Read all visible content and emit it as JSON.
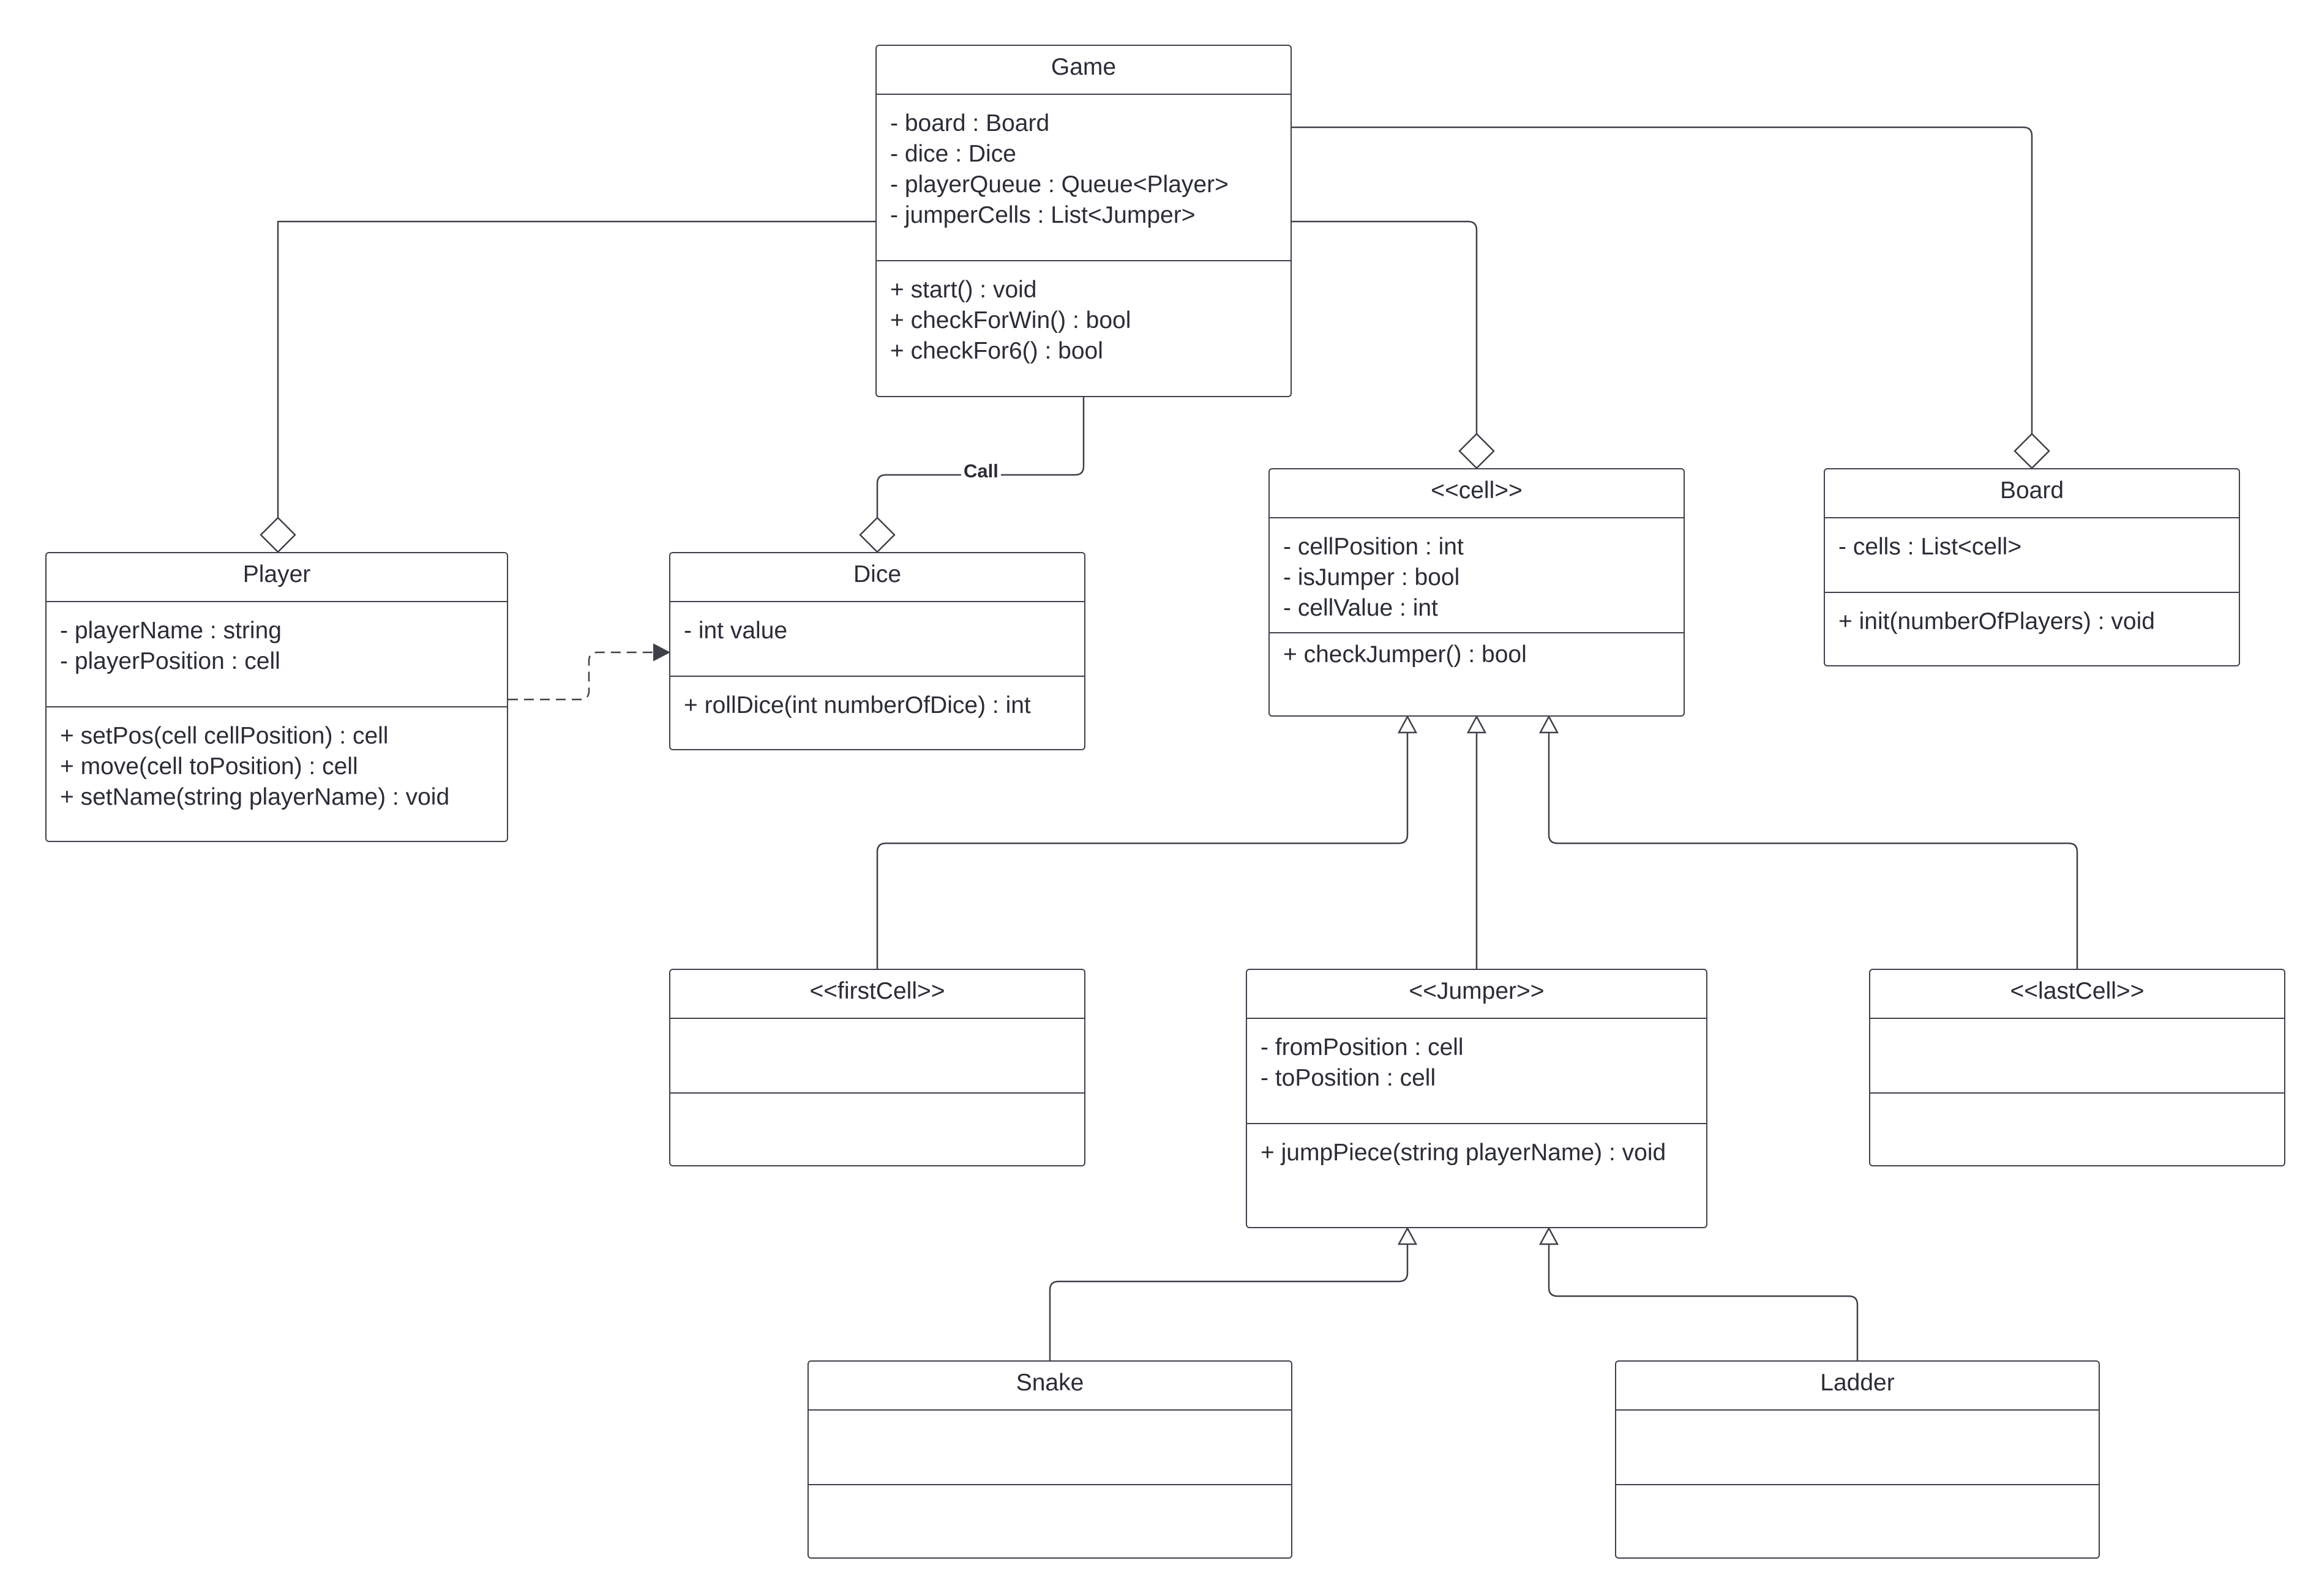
{
  "classes": {
    "game": {
      "name": "Game",
      "attributes": [
        "- board : Board",
        "- dice : Dice",
        "- playerQueue : Queue<Player>",
        "- jumperCells :  List<Jumper>"
      ],
      "operations": [
        "+ start() : void",
        "+ checkForWin() : bool",
        "+ checkFor6() : bool"
      ]
    },
    "player": {
      "name": "Player",
      "attributes": [
        "- playerName : string",
        "- playerPosition : cell"
      ],
      "operations": [
        "+ setPos(cell cellPosition) : cell",
        "+ move(cell toPosition) : cell",
        "+ setName(string playerName) : void"
      ]
    },
    "dice": {
      "name": "Dice",
      "attributes": [
        "- int value"
      ],
      "operations": [
        "+ rollDice(int numberOfDice) : int"
      ]
    },
    "cell": {
      "name": "<<cell>>",
      "attributes": [
        "- cellPosition : int",
        "- isJumper : bool",
        "- cellValue : int"
      ],
      "operations": [
        "+ checkJumper() : bool"
      ]
    },
    "board": {
      "name": "Board",
      "attributes": [
        "- cells : List<cell>"
      ],
      "operations": [
        "+ init(numberOfPlayers) : void"
      ]
    },
    "firstCell": {
      "name": "<<firstCell>>",
      "attributes": [],
      "operations": []
    },
    "jumper": {
      "name": "<<Jumper>>",
      "attributes": [
        "- fromPosition : cell",
        "- toPosition : cell"
      ],
      "operations": [
        "+ jumpPiece(string playerName) : void"
      ]
    },
    "lastCell": {
      "name": "<<lastCell>>",
      "attributes": [],
      "operations": []
    },
    "snake": {
      "name": "Snake",
      "attributes": [],
      "operations": []
    },
    "ladder": {
      "name": "Ladder",
      "attributes": [],
      "operations": []
    }
  },
  "relations": {
    "call_label": "Call"
  },
  "colors": {
    "line": "#3f414a",
    "text": "#2b2d36",
    "background": "#ffffff"
  }
}
